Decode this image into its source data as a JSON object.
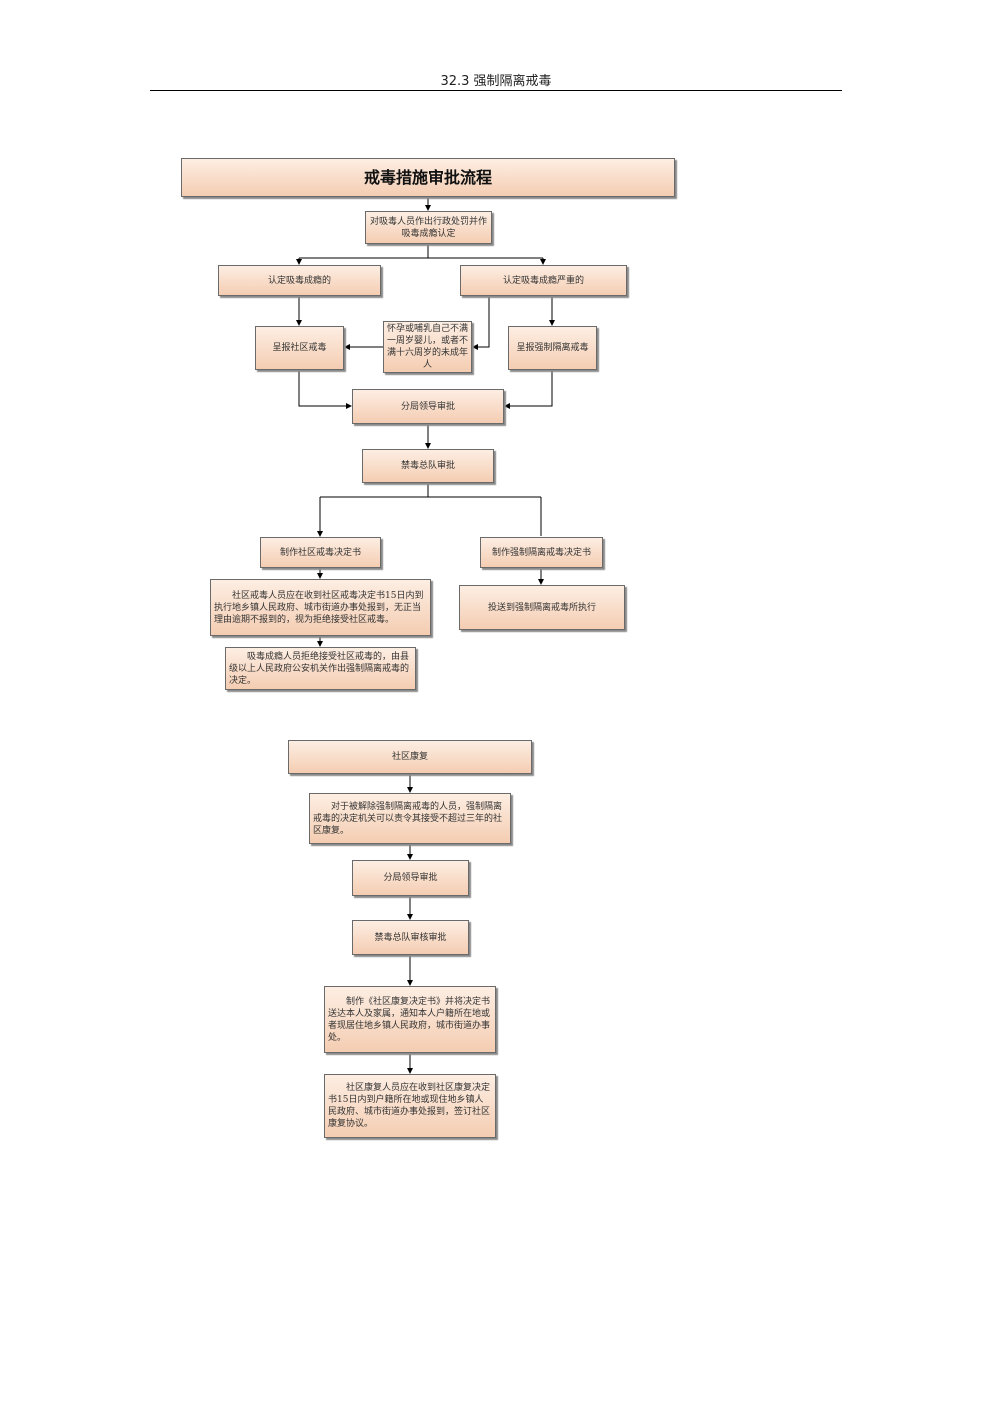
{
  "header": {
    "title": "32.3 强制隔离戒毒"
  },
  "flow1": {
    "title": "戒毒措施审批流程",
    "n1": "对吸毒人员作出行政处罚并作吸毒成瘾认定",
    "n2": "认定吸毒成瘾的",
    "n3": "认定吸毒成瘾严重的",
    "n4": "呈报社区戒毒",
    "n5": "怀孕或哺乳自己不满一周岁婴儿，或者不满十六周岁的未成年人",
    "n6": "呈报强制隔离戒毒",
    "n7": "分局领导审批",
    "n8": "禁毒总队审批",
    "n9": "制作社区戒毒决定书",
    "n10": "制作强制隔离戒毒决定书",
    "n11": "社区戒毒人员应在收到社区戒毒决定书15日内到执行地乡镇人民政府、城市街道办事处报到，无正当理由逾期不报到的，视为拒绝接受社区戒毒。",
    "n12": "投送到强制隔离戒毒所执行",
    "n13": "吸毒成瘾人员拒绝接受社区戒毒的，由县级以上人民政府公安机关作出强制隔离戒毒的决定。"
  },
  "flow2": {
    "title": "社区康复",
    "n1": "对于被解除强制隔离戒毒的人员，强制隔离戒毒的决定机关可以责令其接受不超过三年的社区康复。",
    "n2": "分局领导审批",
    "n3": "禁毒总队审核审批",
    "n4": "制作《社区康复决定书》并将决定书送达本人及家属，通知本人户籍所在地或者现居住地乡镇人民政府，城市街道办事处。",
    "n5": "社区康复人员应在收到社区康复决定书15日内到户籍所在地或现住地乡镇人民政府、城市街道办事处报到，签订社区康复协议。"
  }
}
